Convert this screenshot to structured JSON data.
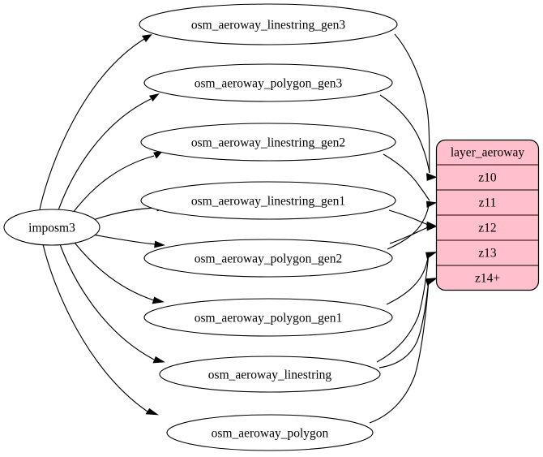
{
  "diagram": {
    "title": "imposm3 aeroway layer mapping",
    "background_color": "#ffffff",
    "edge_color": "#000000",
    "node_fill": "#ffffff",
    "table_fill": "#ffc0cb",
    "source": {
      "id": "imposm3",
      "label": "imposm3",
      "shape": "ellipse"
    },
    "tables": [
      {
        "id": "osm_aeroway_linestring_gen3",
        "label": "osm_aeroway_linestring_gen3",
        "shape": "ellipse"
      },
      {
        "id": "osm_aeroway_polygon_gen3",
        "label": "osm_aeroway_polygon_gen3",
        "shape": "ellipse"
      },
      {
        "id": "osm_aeroway_linestring_gen2",
        "label": "osm_aeroway_linestring_gen2",
        "shape": "ellipse"
      },
      {
        "id": "osm_aeroway_linestring_gen1",
        "label": "osm_aeroway_linestring_gen1",
        "shape": "ellipse"
      },
      {
        "id": "osm_aeroway_polygon_gen2",
        "label": "osm_aeroway_polygon_gen2",
        "shape": "ellipse"
      },
      {
        "id": "osm_aeroway_polygon_gen1",
        "label": "osm_aeroway_polygon_gen1",
        "shape": "ellipse"
      },
      {
        "id": "osm_aeroway_linestring",
        "label": "osm_aeroway_linestring",
        "shape": "ellipse"
      },
      {
        "id": "osm_aeroway_polygon",
        "label": "osm_aeroway_polygon",
        "shape": "ellipse"
      }
    ],
    "layer": {
      "id": "layer_aeroway",
      "header": "layer_aeroway",
      "rows": [
        {
          "id": "z10",
          "label": "z10"
        },
        {
          "id": "z11",
          "label": "z11"
        },
        {
          "id": "z12",
          "label": "z12"
        },
        {
          "id": "z13",
          "label": "z13"
        },
        {
          "id": "z14plus",
          "label": "z14+"
        }
      ]
    },
    "edges": [
      {
        "from": "imposm3",
        "to": "osm_aeroway_linestring_gen3"
      },
      {
        "from": "imposm3",
        "to": "osm_aeroway_polygon_gen3"
      },
      {
        "from": "imposm3",
        "to": "osm_aeroway_linestring_gen2"
      },
      {
        "from": "imposm3",
        "to": "osm_aeroway_linestring_gen1"
      },
      {
        "from": "imposm3",
        "to": "osm_aeroway_polygon_gen2"
      },
      {
        "from": "imposm3",
        "to": "osm_aeroway_polygon_gen1"
      },
      {
        "from": "imposm3",
        "to": "osm_aeroway_linestring"
      },
      {
        "from": "imposm3",
        "to": "osm_aeroway_polygon"
      },
      {
        "from": "osm_aeroway_linestring_gen3",
        "to": "z10"
      },
      {
        "from": "osm_aeroway_polygon_gen3",
        "to": "z10"
      },
      {
        "from": "osm_aeroway_linestring_gen2",
        "to": "z11"
      },
      {
        "from": "osm_aeroway_polygon_gen2",
        "to": "z11"
      },
      {
        "from": "osm_aeroway_linestring_gen1",
        "to": "z12"
      },
      {
        "from": "osm_aeroway_polygon_gen2",
        "to": "z12"
      },
      {
        "from": "osm_aeroway_polygon_gen1",
        "to": "z13"
      },
      {
        "from": "osm_aeroway_linestring",
        "to": "z13"
      },
      {
        "from": "osm_aeroway_linestring",
        "to": "z14plus"
      },
      {
        "from": "osm_aeroway_polygon",
        "to": "z14plus"
      }
    ]
  }
}
